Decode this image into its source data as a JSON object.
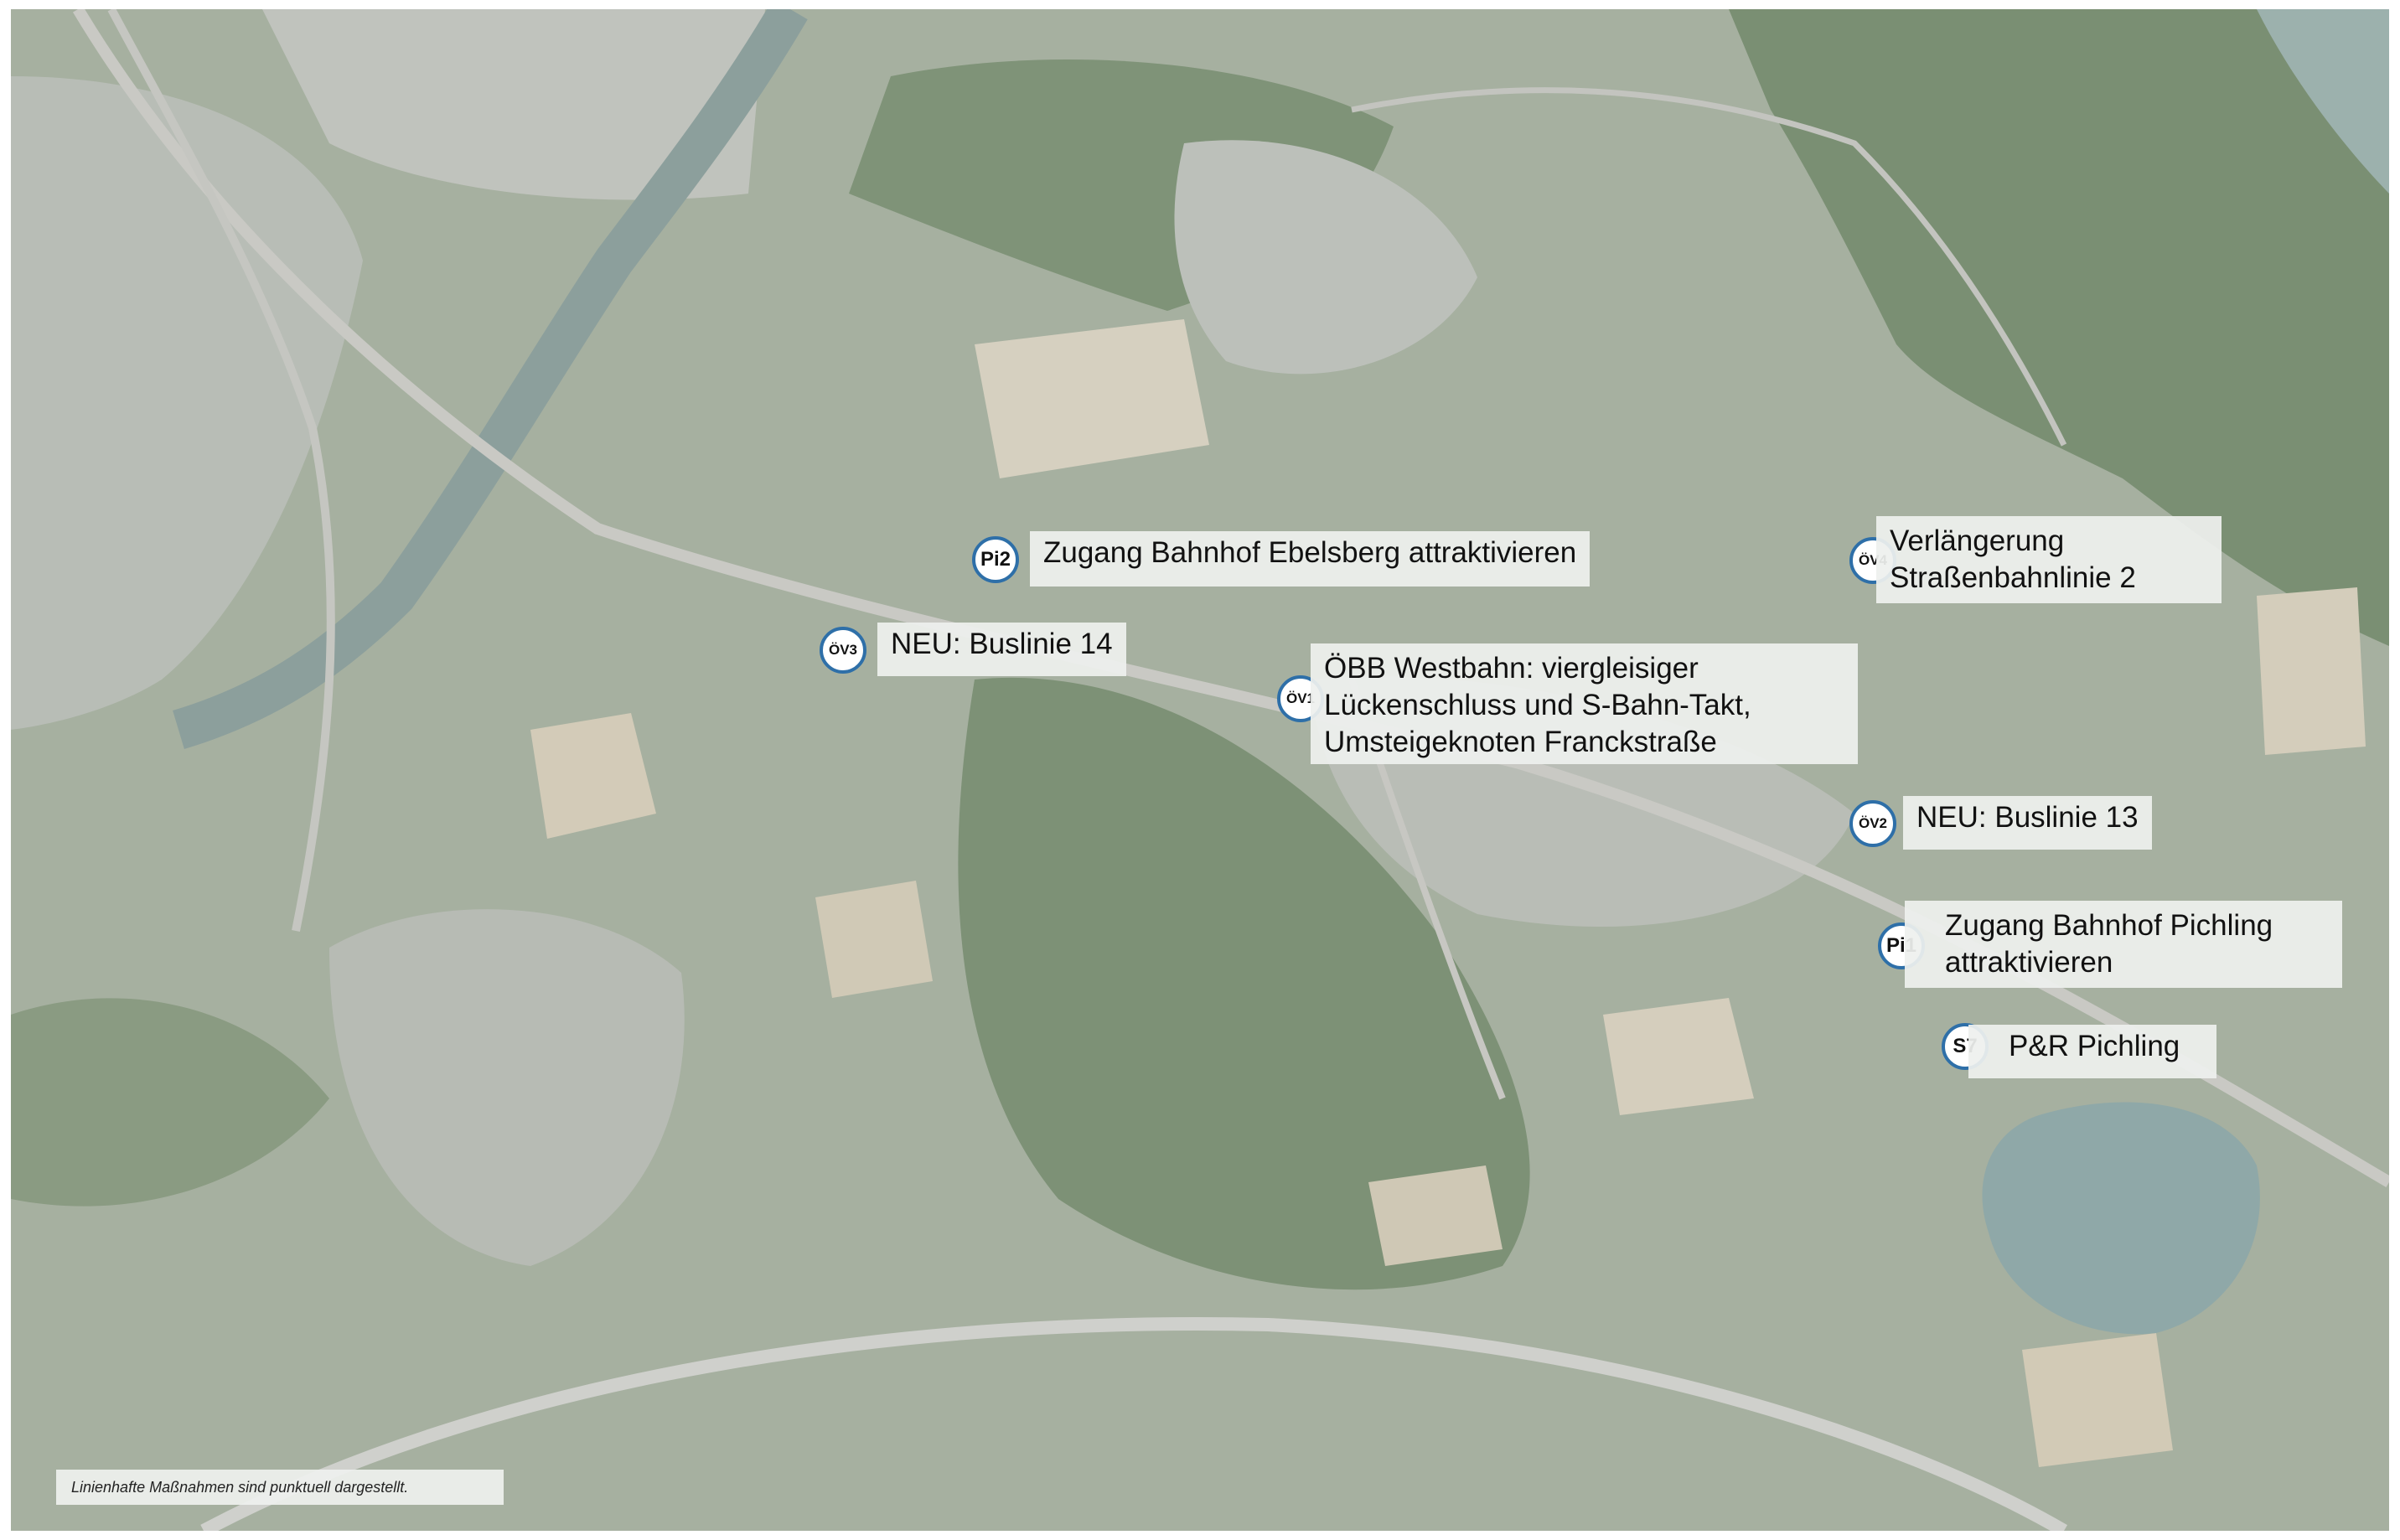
{
  "markers": [
    {
      "code": "Pi2",
      "lines": [
        "Zugang Bahnhof Ebelsberg attraktivieren"
      ]
    },
    {
      "code": "ÖV3",
      "lines": [
        "NEU: Buslinie 14"
      ]
    },
    {
      "code": "ÖV1",
      "lines": [
        "ÖBB Westbahn: viergleisiger",
        "Lückenschluss und S-Bahn-Takt,",
        "Umsteigeknoten Franckstraße"
      ]
    },
    {
      "code": "ÖV4",
      "lines": [
        "Verlängerung",
        "Straßenbahnlinie 2"
      ]
    },
    {
      "code": "ÖV2",
      "lines": [
        "NEU: Buslinie 13"
      ]
    },
    {
      "code": "Pi1",
      "lines": [
        "Zugang Bahnhof Pichling",
        "attraktivieren"
      ]
    },
    {
      "code": "S7",
      "lines": [
        "P&R Pichling"
      ]
    }
  ],
  "footnote": "Linienhafte Maßnahmen sind punktuell dargestellt.",
  "colors": {
    "badge_border": "#2e6fa8",
    "label_bg": "#eef0ee"
  }
}
